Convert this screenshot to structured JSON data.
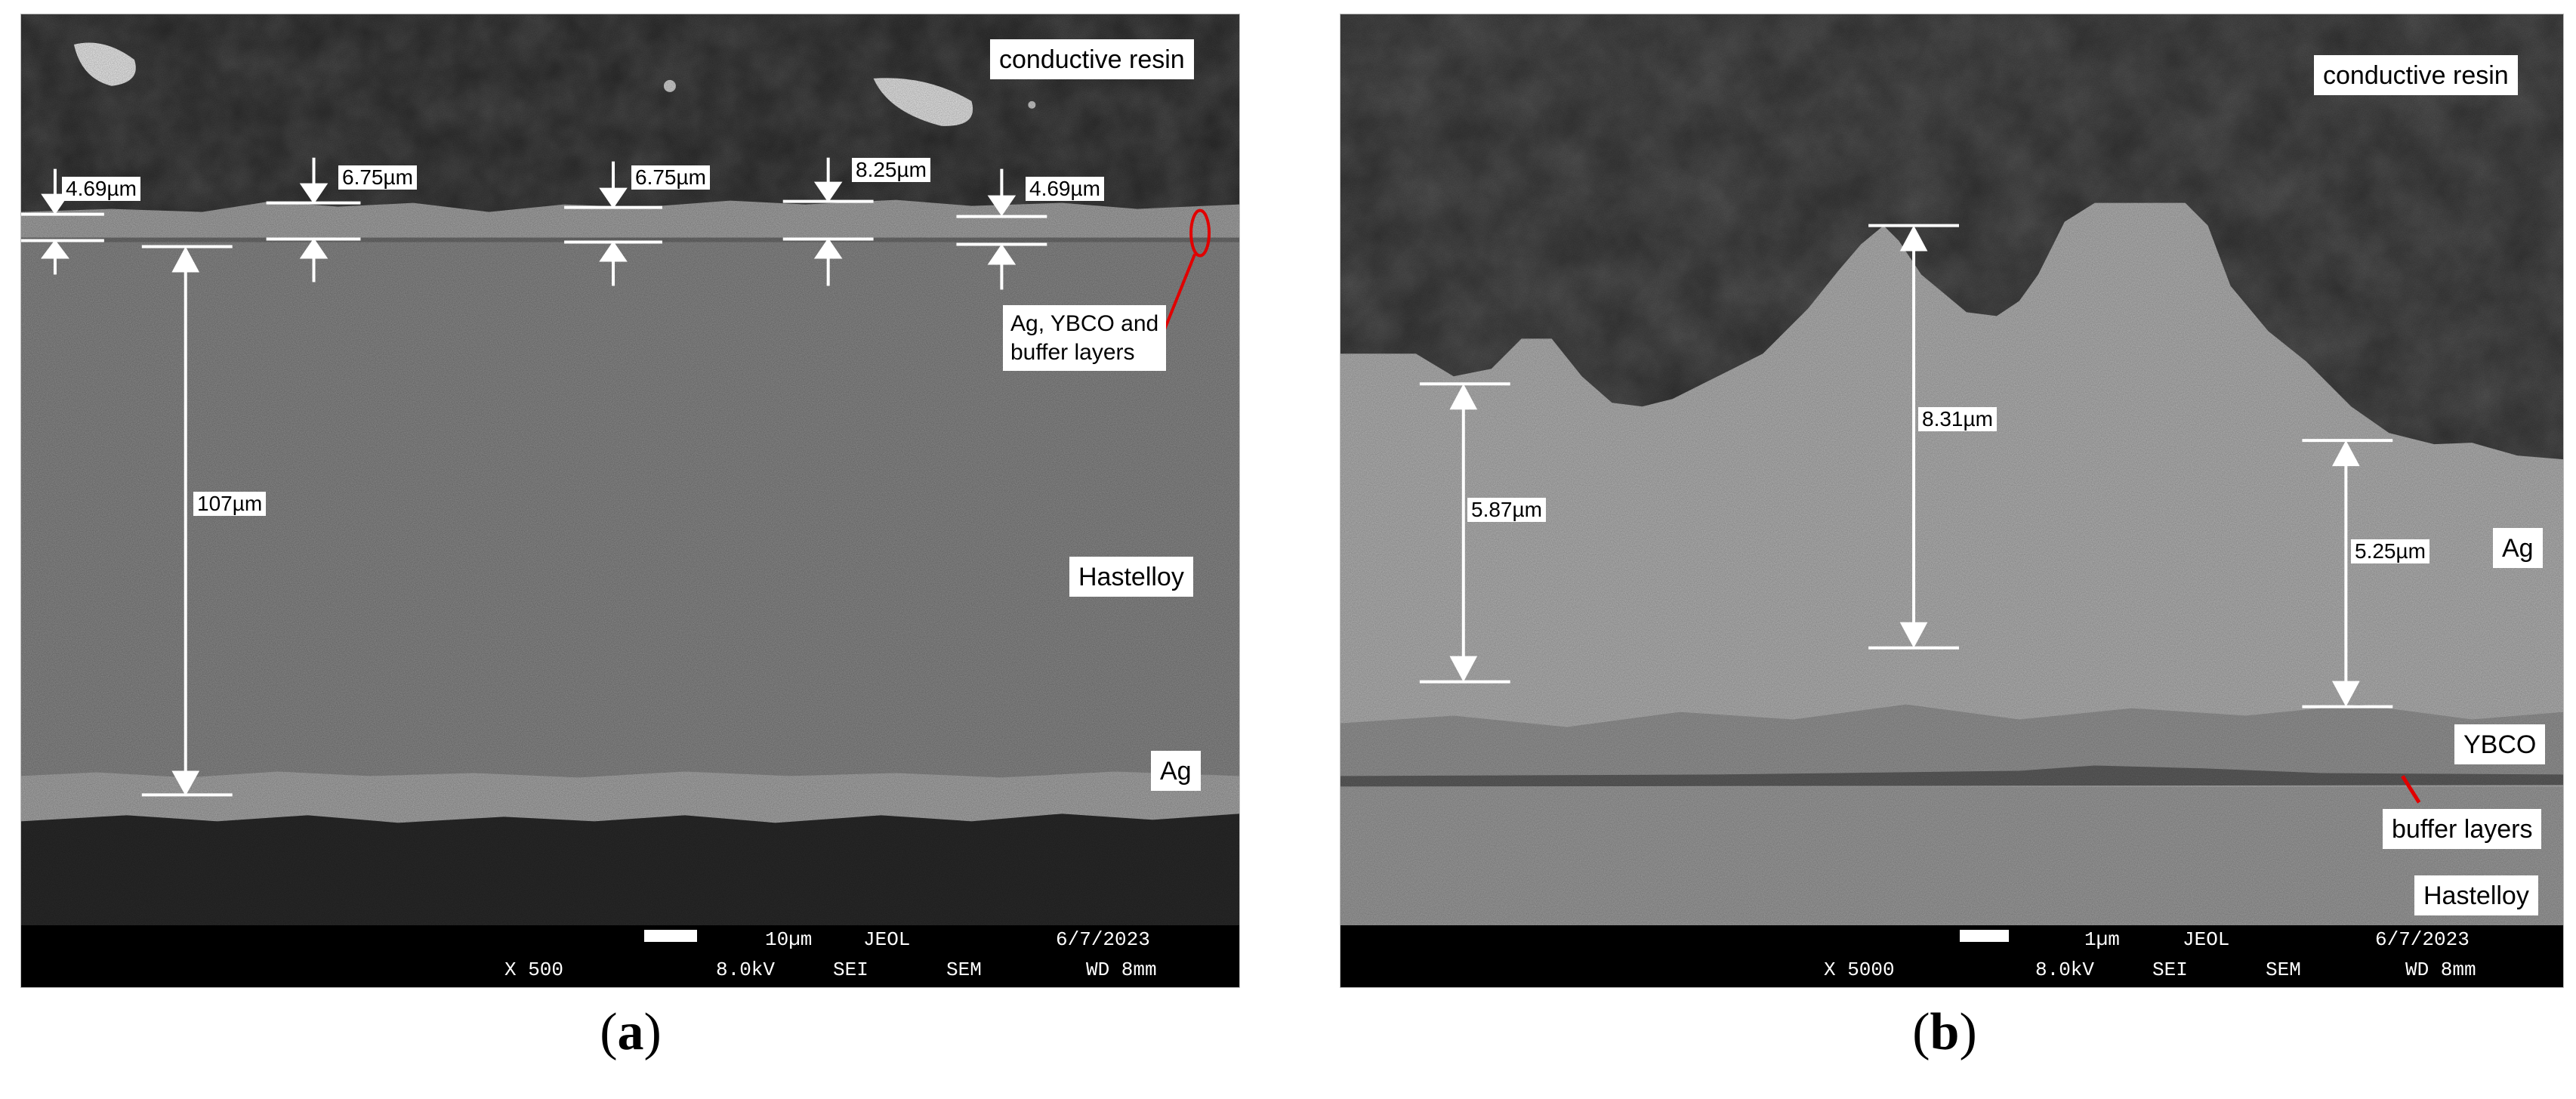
{
  "panel_a": {
    "labels": {
      "conductive_resin": "conductive resin",
      "ag_ybco_buffer": [
        "Ag, YBCO and",
        "buffer layers"
      ],
      "hastelloy": "Hastelloy",
      "ag": "Ag"
    },
    "measurements": [
      "4.69µm",
      "6.75µm",
      "6.75µm",
      "8.25µm",
      "4.69µm",
      "107µm"
    ],
    "info_bar": {
      "magnification": "X 500",
      "scale": "10µm",
      "vendor": "JEOL",
      "date": "6/7/2023",
      "voltage": "8.0kV",
      "mode": "SEI",
      "instrument": "SEM",
      "wd": "WD 8mm"
    },
    "caption_open": "(",
    "caption_letter": "a",
    "caption_close": ")"
  },
  "panel_b": {
    "labels": {
      "conductive_resin": "conductive resin",
      "ag": "Ag",
      "ybco": "YBCO",
      "buffer_layers": "buffer layers",
      "hastelloy": "Hastelloy"
    },
    "measurements": [
      "5.87µm",
      "8.31µm",
      "5.25µm"
    ],
    "info_bar": {
      "magnification": "X 5000",
      "scale": "1µm",
      "vendor": "JEOL",
      "date": "6/7/2023",
      "voltage": "8.0kV",
      "mode": "SEI",
      "instrument": "SEM",
      "wd": "WD 8mm"
    },
    "caption_open": "(",
    "caption_letter": "b",
    "caption_close": ")"
  },
  "colors": {
    "resin": "#2b2b2b",
    "hastelloy": "#8c8c8c",
    "ag_layer": "#a9a9a9",
    "ag_bright": "#b3b3b3",
    "annotation_red": "#e10000",
    "info_bar": "#000000"
  }
}
